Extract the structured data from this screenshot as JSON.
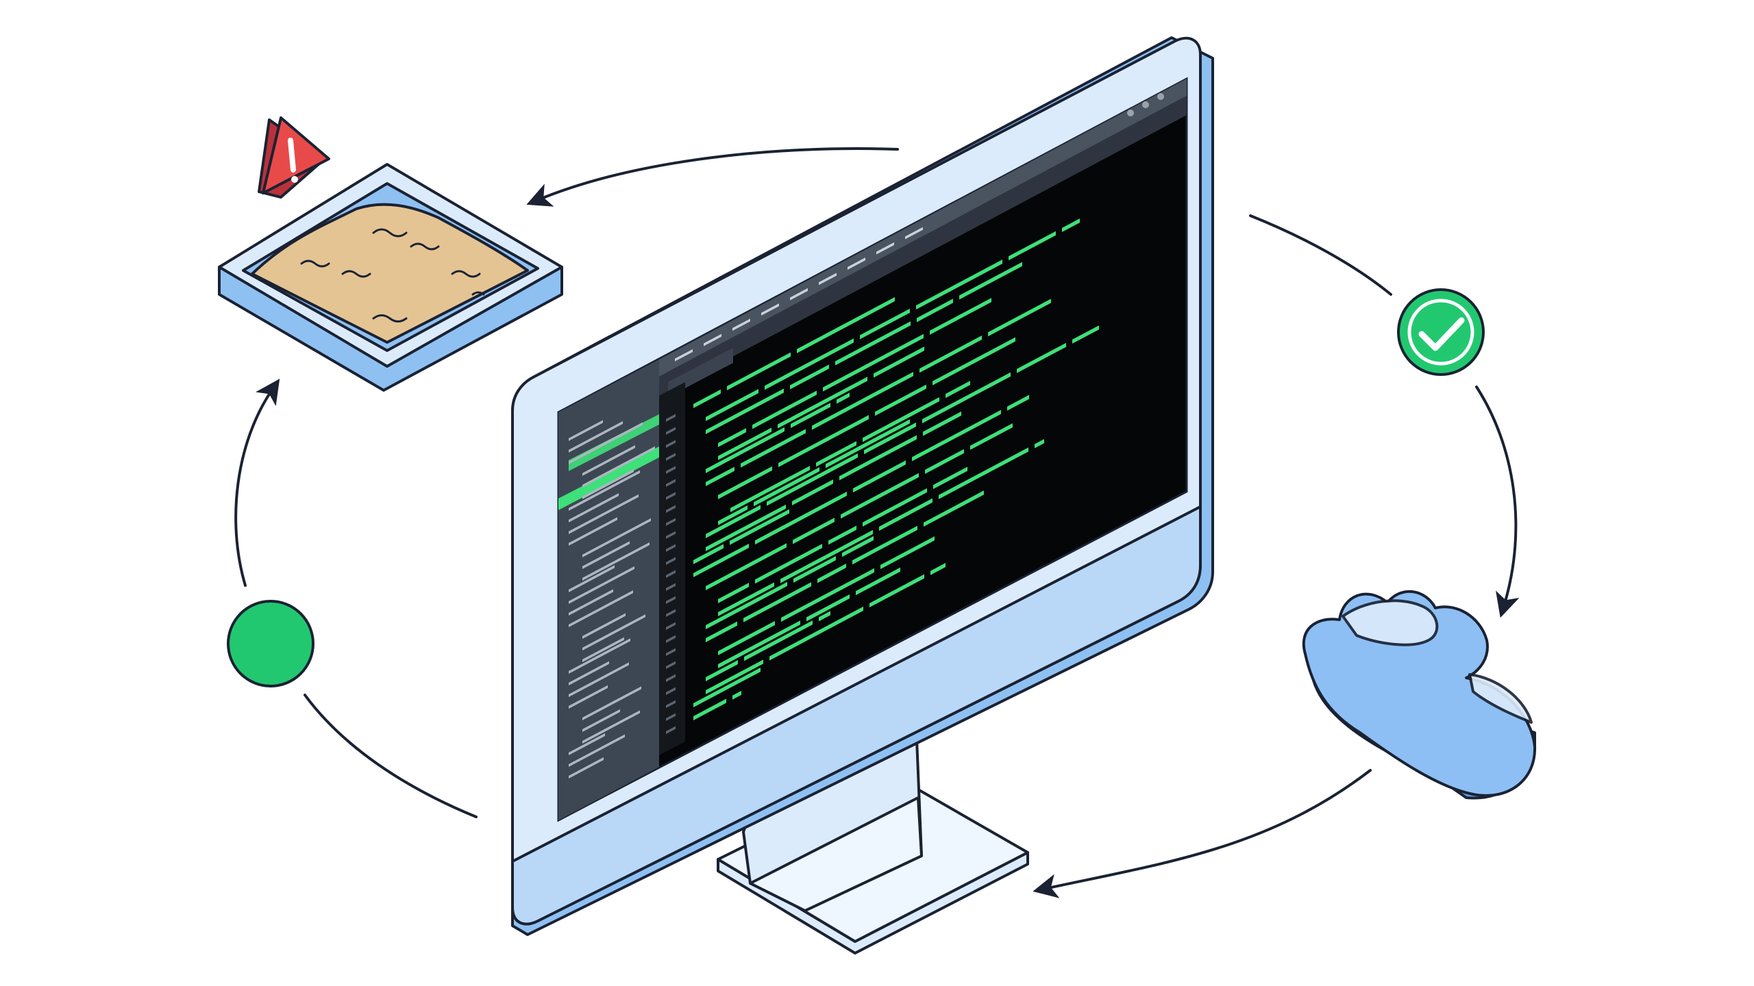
{
  "colors": {
    "outline": "#1a2233",
    "monitor_body": "#dcebfb",
    "monitor_light": "#eef6ff",
    "screen": "#050607",
    "sidebar": "#3d4753",
    "code_green": "#3ee07a",
    "accent_green": "#22c870",
    "sand": "#e5c493",
    "tray": "#8fc0f2",
    "cloud": "#8dbff4",
    "warning": "#e84a4a"
  },
  "icons": {
    "warning": "warning-triangle-icon",
    "check": "checkmark-icon",
    "cloud": "cloud-icon",
    "sandbox": "sandbox-tray-icon",
    "status_dot": "green-status-dot-icon"
  },
  "flow": {
    "arrows": [
      {
        "from": "computer",
        "to": "sandbox"
      },
      {
        "from": "status-dot",
        "to": "sandbox"
      },
      {
        "from": "computer",
        "to": "check"
      },
      {
        "from": "check",
        "to": "cloud"
      },
      {
        "from": "cloud",
        "to": "computer"
      },
      {
        "from": "computer",
        "to": "status-dot"
      }
    ]
  },
  "code_lines": [
    {
      "indent": 0,
      "len": 0.42
    },
    {
      "indent": 1,
      "len": 0.78
    },
    {
      "indent": 1,
      "len": 0.66
    },
    {
      "indent": 2,
      "len": 0.58
    },
    {
      "indent": 2,
      "len": 0.44
    },
    {
      "indent": 1,
      "len": 0.3
    },
    {
      "indent": 1,
      "len": 0.72
    },
    {
      "indent": 2,
      "len": 0.62
    },
    {
      "indent": 3,
      "len": 0.5
    },
    {
      "indent": 2,
      "len": 0.4
    },
    {
      "indent": 1,
      "len": 0.82
    },
    {
      "indent": 1,
      "len": 0.55
    },
    {
      "indent": 0,
      "len": 0.2
    },
    {
      "indent": 0,
      "len": 0.7
    },
    {
      "indent": 1,
      "len": 0.64
    },
    {
      "indent": 2,
      "len": 0.52
    },
    {
      "indent": 2,
      "len": 0.68
    },
    {
      "indent": 1,
      "len": 0.35
    },
    {
      "indent": 1,
      "len": 0.58
    },
    {
      "indent": 2,
      "len": 0.46
    },
    {
      "indent": 2,
      "len": 0.38
    },
    {
      "indent": 1,
      "len": 0.26
    },
    {
      "indent": 1,
      "len": 0.5
    },
    {
      "indent": 0,
      "len": 0.14
    },
    {
      "indent": 0,
      "len": 0.1
    }
  ],
  "sidebar_rows": 30,
  "menu_items": 9
}
